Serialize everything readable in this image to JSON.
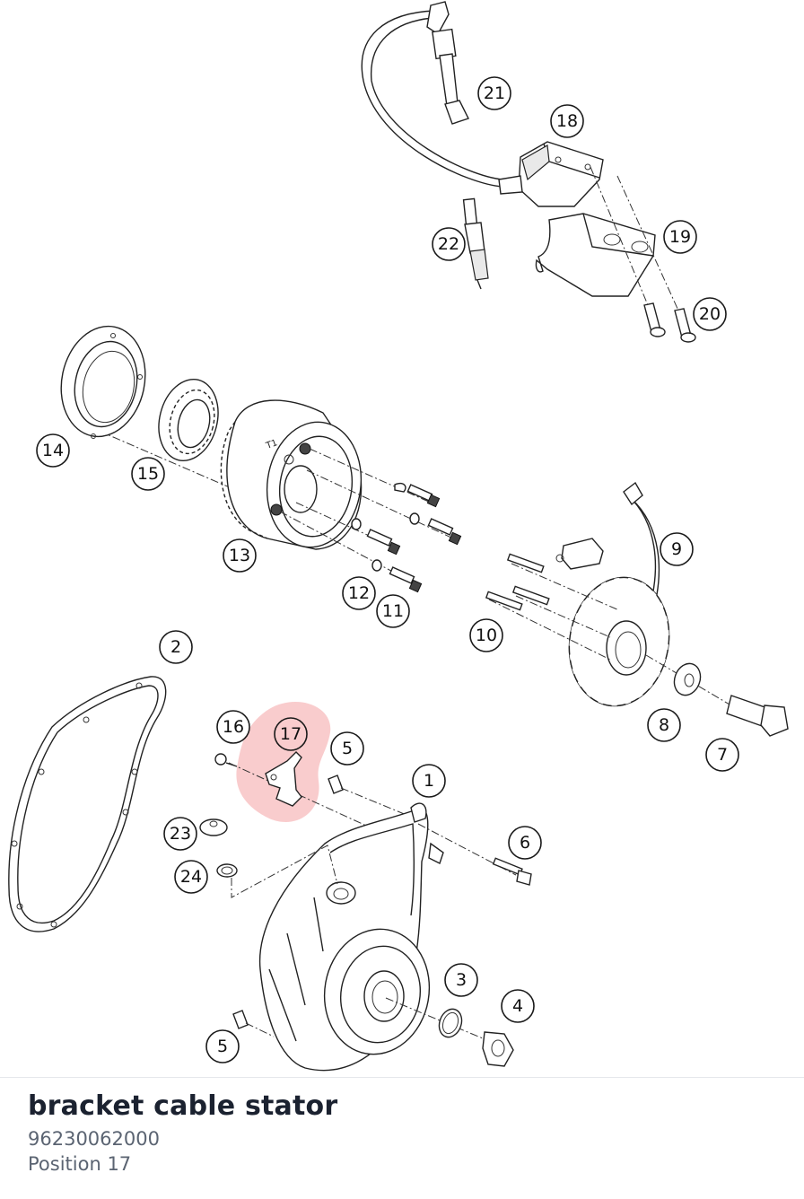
{
  "diagram": {
    "callouts": [
      {
        "id": "c21",
        "label": "21"
      },
      {
        "id": "c18",
        "label": "18"
      },
      {
        "id": "c22",
        "label": "22"
      },
      {
        "id": "c19",
        "label": "19"
      },
      {
        "id": "c20",
        "label": "20"
      },
      {
        "id": "c14",
        "label": "14"
      },
      {
        "id": "c15",
        "label": "15"
      },
      {
        "id": "c13",
        "label": "13"
      },
      {
        "id": "c12",
        "label": "12"
      },
      {
        "id": "c11",
        "label": "11"
      },
      {
        "id": "c9",
        "label": "9"
      },
      {
        "id": "c10",
        "label": "10"
      },
      {
        "id": "c2",
        "label": "2"
      },
      {
        "id": "c16",
        "label": "16"
      },
      {
        "id": "c17",
        "label": "17"
      },
      {
        "id": "c5a",
        "label": "5"
      },
      {
        "id": "c1",
        "label": "1"
      },
      {
        "id": "c8",
        "label": "8"
      },
      {
        "id": "c7",
        "label": "7"
      },
      {
        "id": "c6",
        "label": "6"
      },
      {
        "id": "c23",
        "label": "23"
      },
      {
        "id": "c24",
        "label": "24"
      },
      {
        "id": "c3",
        "label": "3"
      },
      {
        "id": "c4",
        "label": "4"
      },
      {
        "id": "c5b",
        "label": "5"
      }
    ],
    "highlight_color": "#e8474b",
    "highlighted_position": "17"
  },
  "part": {
    "title": "bracket cable stator",
    "number": "96230062000",
    "position": "Position 17"
  }
}
